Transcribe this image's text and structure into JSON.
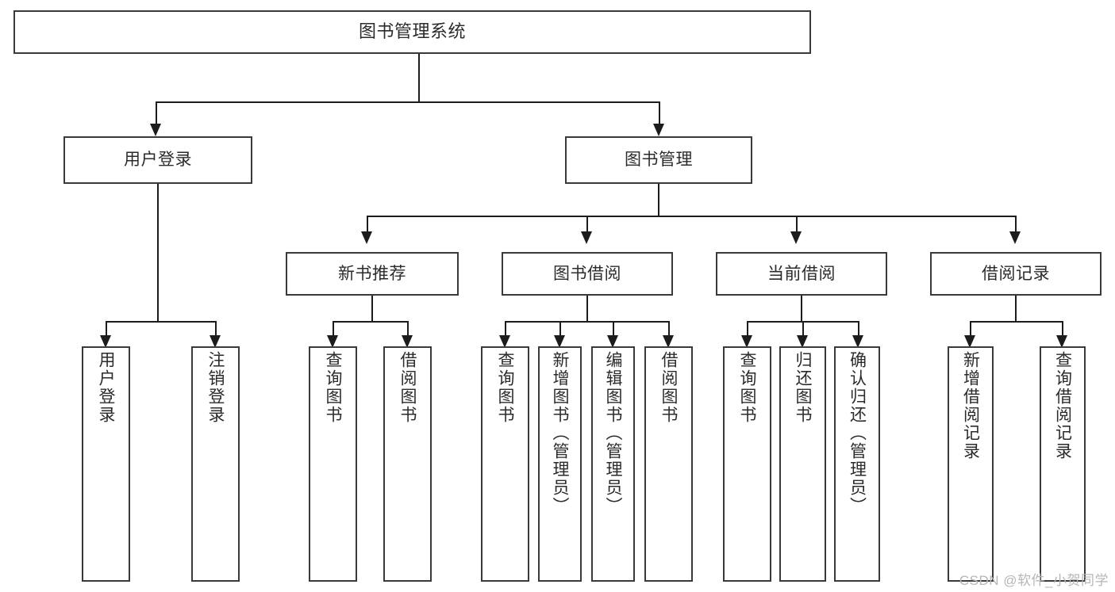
{
  "diagram": {
    "type": "tree",
    "title": "图书管理系统",
    "root": {
      "label": "图书管理系统"
    },
    "level2": [
      {
        "label": "用户登录"
      },
      {
        "label": "图书管理"
      }
    ],
    "level3": [
      {
        "label": "新书推荐"
      },
      {
        "label": "图书借阅"
      },
      {
        "label": "当前借阅"
      },
      {
        "label": "借阅记录"
      }
    ],
    "leaves": {
      "user_login": [
        {
          "label": "用户登录"
        },
        {
          "label": "注销登录"
        }
      ],
      "new_book": [
        {
          "label": "查询图书"
        },
        {
          "label": "借阅图书"
        }
      ],
      "book_borrow": [
        {
          "label": "查询图书"
        },
        {
          "label": "新增图书（管理员）"
        },
        {
          "label": "编辑图书（管理员）"
        },
        {
          "label": "借阅图书"
        }
      ],
      "current_borrow": [
        {
          "label": "查询图书"
        },
        {
          "label": "归还图书"
        },
        {
          "label": "确认归还（管理员）"
        }
      ],
      "borrow_record": [
        {
          "label": "新增借阅记录"
        },
        {
          "label": "查询借阅记录"
        }
      ]
    }
  },
  "watermark": {
    "text": "CSDN @软件_小贺同学"
  },
  "colors": {
    "box_border": "#3a3a3a",
    "connector": "#1c1c1c",
    "text": "#2b2b2b",
    "background": "#ffffff",
    "watermark": "#b6b6b6"
  }
}
